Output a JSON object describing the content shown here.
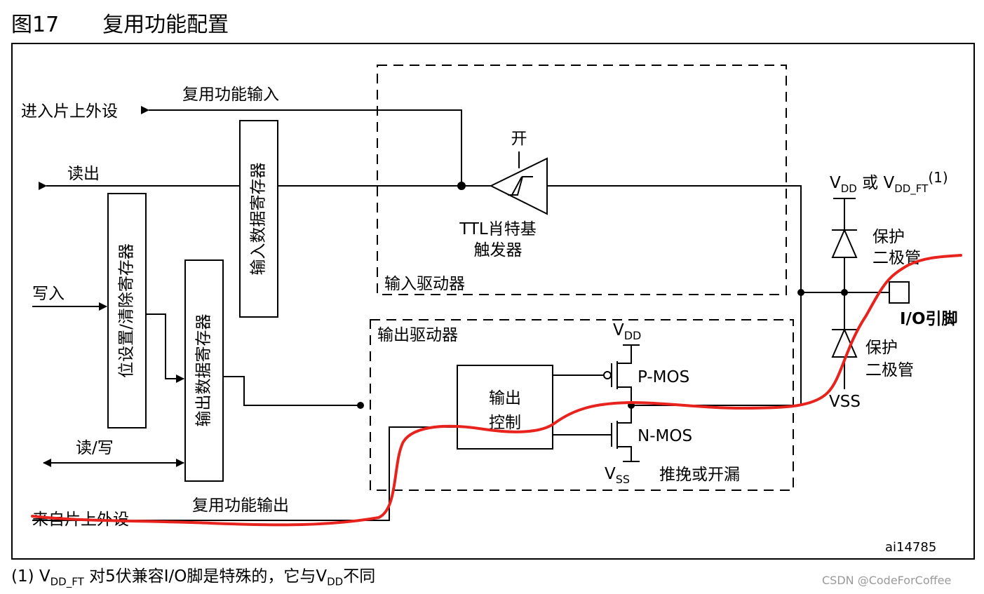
{
  "figure": {
    "number": "图17",
    "title": "复用功能配置"
  },
  "labels": {
    "into_peripheral": "进入片上外设",
    "af_input": "复用功能输入",
    "read_out": "读出",
    "write_in": "写入",
    "read_write": "读/写",
    "from_peripheral": "来自片上外设",
    "af_output": "复用功能输出",
    "input_data_reg": "输入数据寄存器",
    "bit_set_reset_reg": "位设置/清除寄存器",
    "output_data_reg": "输出数据寄存器",
    "on": "开",
    "schmitt_line1": "TTL肖特基",
    "schmitt_line2": "触发器",
    "input_driver": "输入驱动器",
    "output_driver": "输出驱动器",
    "output_control_line1": "输出",
    "output_control_line2": "控制",
    "pmos": "P-MOS",
    "nmos": "N-MOS",
    "vdd_main": "V",
    "vdd_sub": "DD",
    "vss_main": "V",
    "vss_sub": "SS",
    "push_pull": "推挽或开漏",
    "vdd_or": "V",
    "vdd_or_sub": "DD",
    "vdd_or_mid": " 或 V",
    "vdd_ft_sub": "DD_FT",
    "vdd_ft_note": "(1)",
    "protect_diode_line1": "保护",
    "protect_diode_line2": "二极管",
    "io_pin": "I/O引脚",
    "vss_pin": "VSS",
    "figure_id": "ai14785"
  },
  "footnote": {
    "prefix": "(1) V",
    "sub1": "DD_FT",
    "mid": " 对5伏兼容I/O脚是特殊的，它与V",
    "sub2": "DD",
    "suffix": "不同"
  },
  "watermark": "CSDN @CodeForCoffee",
  "colors": {
    "highlight_path": "#e8231d",
    "line": "#000000"
  }
}
